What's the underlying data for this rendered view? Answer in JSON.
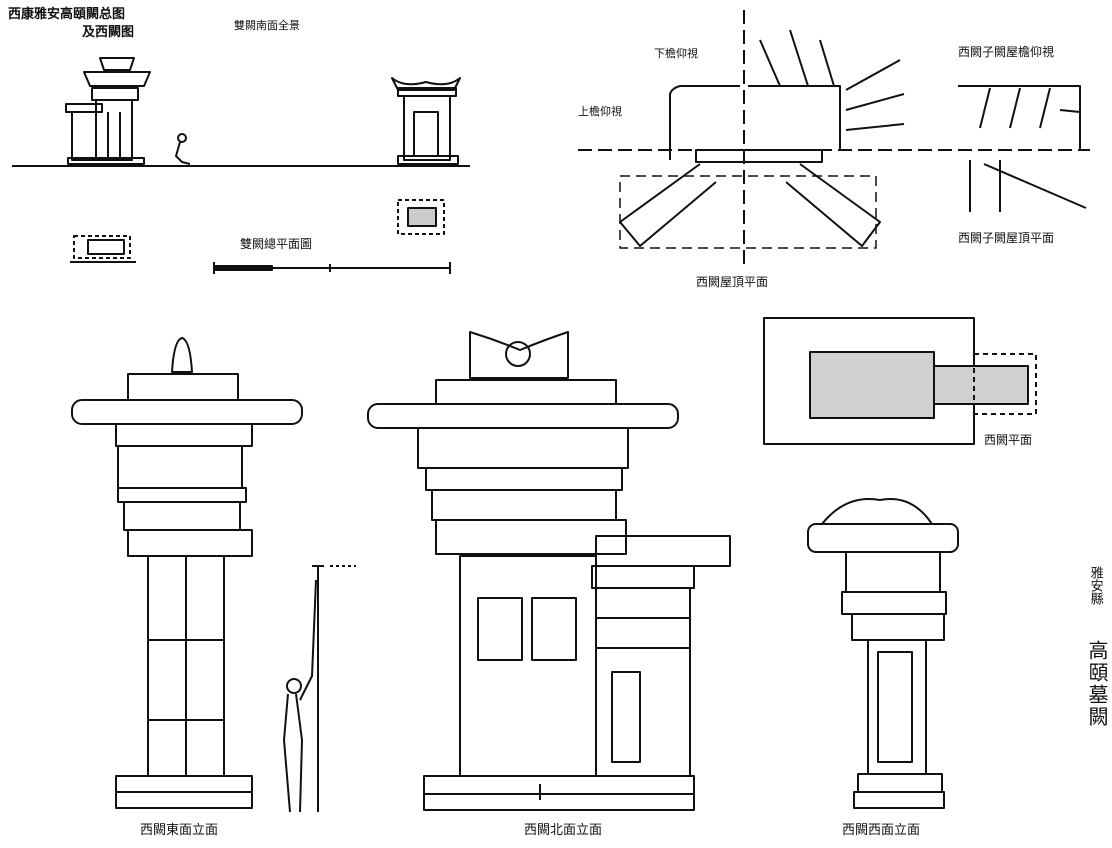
{
  "title": {
    "line1": "西康雅安高頤闕总图",
    "line2": "及西闕图"
  },
  "labels": {
    "overall_elevation": "雙闕南面全景",
    "overall_plan": "雙闕總平面圖",
    "upper_eave": "下檐仰視",
    "lower_eave": "上檐仰視",
    "roof_plan": "西闕屋頂平面",
    "sub_eave_view": "西闕子闕屋檐仰視",
    "sub_roof_plan": "西闕子闕屋頂平面",
    "floor_plan": "西闕平面",
    "east_elevation": "西闕東面立面",
    "north_elevation": "西闕北面立面",
    "west_elevation": "西闕西面立面"
  },
  "side_title": {
    "small": "雅安縣",
    "large": "高頤墓闕"
  }
}
